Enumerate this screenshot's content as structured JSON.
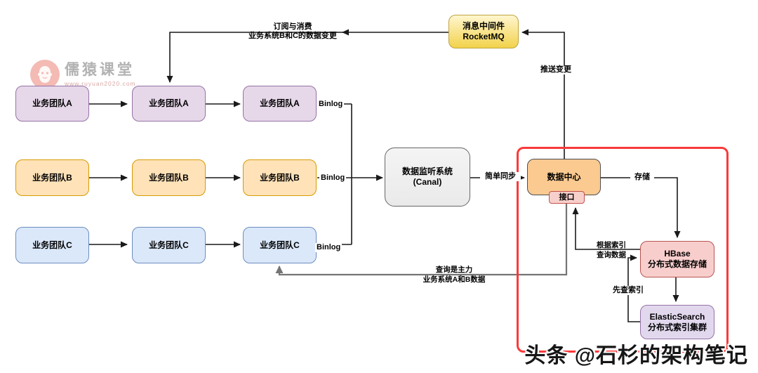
{
  "nodes": {
    "rocketmq": {
      "line1": "消息中间件",
      "line2": "RocketMQ"
    },
    "team_a": "业务团队A",
    "team_b": "业务团队B",
    "team_c": "业务团队C",
    "canal": {
      "line1": "数据监听系统",
      "line2": "(Canal)"
    },
    "datacenter": "数据中心",
    "interface": "接口",
    "hbase": {
      "line1": "HBase",
      "line2": "分布式数据存储"
    },
    "elasticsearch": {
      "line1": "ElasticSearch",
      "line2": "分布式索引集群"
    }
  },
  "edge_labels": {
    "subscribe": {
      "line1": "订阅与消费",
      "line2": "业务系统B和C的数据变更"
    },
    "push_change": "推送变更",
    "binlog": "Binlog",
    "simple_sync": "简单同步",
    "store": "存储",
    "query_by_index": {
      "line1": "根据索引",
      "line2": "查询数据"
    },
    "query_index_first": "先查索引",
    "query_primary": {
      "line1": "查询是主力",
      "line2": "业务系统A和B数据"
    }
  },
  "watermark_top": {
    "brand": "儒猿课堂",
    "url": "www.ruyuan2020.com"
  },
  "watermark_bottom": "头条 @石杉的架构笔记",
  "colors": {
    "line": "#1a1a1a",
    "line_gray": "#757575",
    "team_a_fill": "#E6D7E9",
    "team_a_stroke": "#9673A6",
    "team_b_fill": "#FFE2B8",
    "team_b_stroke": "#D79B00",
    "team_c_fill": "#DBE8FA",
    "team_c_stroke": "#6C8EBF",
    "rocketmq_fill_top": "#FFF6CF",
    "rocketmq_fill_bottom": "#F2D24B",
    "rocketmq_stroke": "#BFA33F",
    "canal_fill": "#EAEAEA",
    "canal_stroke": "#666666",
    "datacenter_fill": "#FBCA91",
    "datacenter_stroke": "#4D4D4D",
    "interface_fill": "#F7CFCB",
    "interface_stroke": "#C4524C",
    "hbase_fill": "#F8CECC",
    "hbase_stroke": "#B85450",
    "es_fill": "#E2D8EE",
    "es_stroke": "#9673A6",
    "group_stroke": "#FA3A3A",
    "logo_pink": "#F2A9A2"
  }
}
